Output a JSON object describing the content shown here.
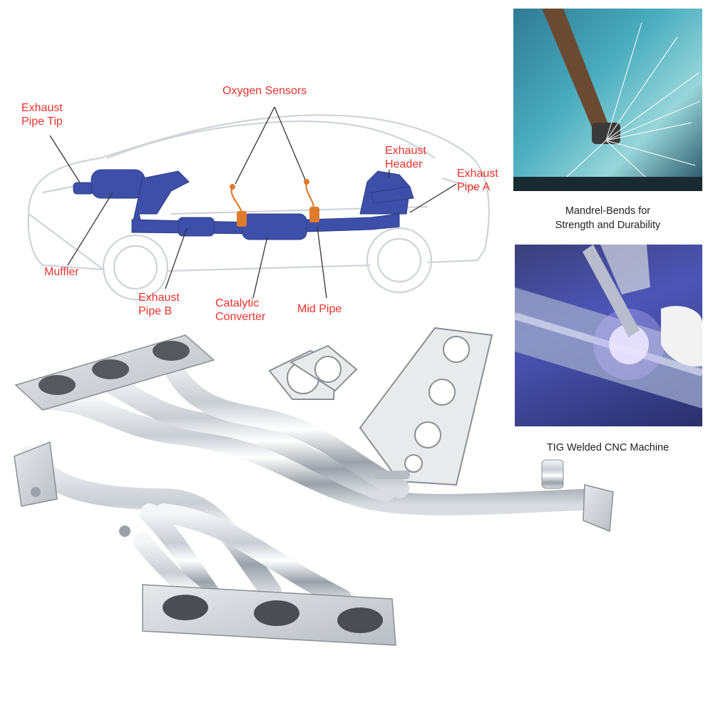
{
  "diagram": {
    "labels": {
      "exhaust_pipe_tip": "Exhaust\nPipe Tip",
      "oxygen_sensors": "Oxygen Sensors",
      "exhaust_header": "Exhaust\nHeader",
      "exhaust_pipe_a": "Exhaust\nPipe A",
      "muffler": "Muffler",
      "exhaust_pipe_b": "Exhaust\nPipe B",
      "catalytic_converter": "Catalytic\nConverter",
      "mid_pipe": "Mid Pipe"
    }
  },
  "photos": {
    "mandrel_caption": "Mandrel-Bends for\nStrength and Durability",
    "tig_caption": "TIG Welded CNC Machine"
  },
  "colors": {
    "label_red": "#e8322c",
    "exhaust_blue": "#3d4fa8",
    "sensor_orange": "#e07a2c",
    "car_outline": "#cfd3d8"
  }
}
